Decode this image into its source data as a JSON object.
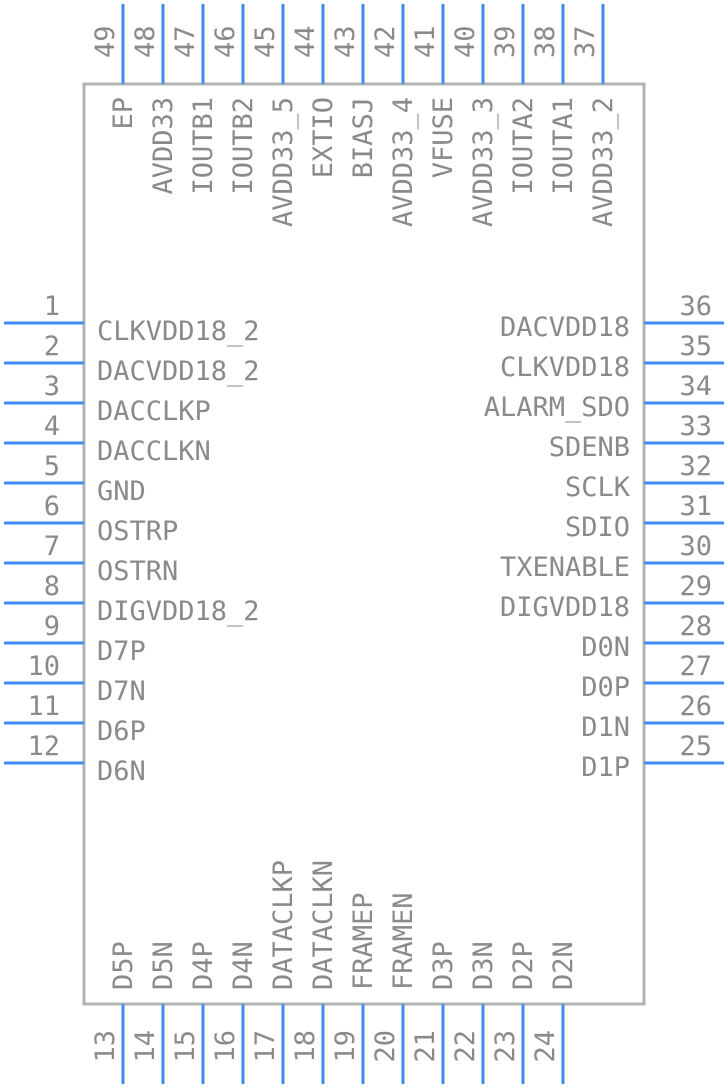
{
  "component": {
    "colors": {
      "pin": "#3c8cf0",
      "body_outline": "#b4b4b4",
      "text": "#8a8a8a"
    },
    "left_pins": [
      {
        "num": "1",
        "label": "CLKVDD18_2"
      },
      {
        "num": "2",
        "label": "DACVDD18_2"
      },
      {
        "num": "3",
        "label": "DACCLKP"
      },
      {
        "num": "4",
        "label": "DACCLKN"
      },
      {
        "num": "5",
        "label": "GND"
      },
      {
        "num": "6",
        "label": "OSTRP"
      },
      {
        "num": "7",
        "label": "OSTRN"
      },
      {
        "num": "8",
        "label": "DIGVDD18_2"
      },
      {
        "num": "9",
        "label": "D7P"
      },
      {
        "num": "10",
        "label": "D7N"
      },
      {
        "num": "11",
        "label": "D6P"
      },
      {
        "num": "12",
        "label": "D6N"
      }
    ],
    "right_pins": [
      {
        "num": "36",
        "label": "DACVDD18"
      },
      {
        "num": "35",
        "label": "CLKVDD18"
      },
      {
        "num": "34",
        "label": "ALARM_SDO"
      },
      {
        "num": "33",
        "label": "SDENB"
      },
      {
        "num": "32",
        "label": "SCLK"
      },
      {
        "num": "31",
        "label": "SDIO"
      },
      {
        "num": "30",
        "label": "TXENABLE"
      },
      {
        "num": "29",
        "label": "DIGVDD18"
      },
      {
        "num": "28",
        "label": "D0N"
      },
      {
        "num": "27",
        "label": "D0P"
      },
      {
        "num": "26",
        "label": "D1N"
      },
      {
        "num": "25",
        "label": "D1P"
      }
    ],
    "top_pins": [
      {
        "num": "49",
        "label": "EP"
      },
      {
        "num": "48",
        "label": "AVDD33"
      },
      {
        "num": "47",
        "label": "IOUTB1"
      },
      {
        "num": "46",
        "label": "IOUTB2"
      },
      {
        "num": "45",
        "label": "AVDD33_5"
      },
      {
        "num": "44",
        "label": "EXTIO"
      },
      {
        "num": "43",
        "label": "BIASJ"
      },
      {
        "num": "42",
        "label": "AVDD33_4"
      },
      {
        "num": "41",
        "label": "VFUSE"
      },
      {
        "num": "40",
        "label": "AVDD33_3"
      },
      {
        "num": "39",
        "label": "IOUTA2"
      },
      {
        "num": "38",
        "label": "IOUTA1"
      },
      {
        "num": "37",
        "label": "AVDD33_2"
      }
    ],
    "bottom_pins": [
      {
        "num": "13",
        "label": "D5P"
      },
      {
        "num": "14",
        "label": "D5N"
      },
      {
        "num": "15",
        "label": "D4P"
      },
      {
        "num": "16",
        "label": "D4N"
      },
      {
        "num": "17",
        "label": "DATACLKP"
      },
      {
        "num": "18",
        "label": "DATACLKN"
      },
      {
        "num": "19",
        "label": "FRAMEP"
      },
      {
        "num": "20",
        "label": "FRAMEN"
      },
      {
        "num": "21",
        "label": "D3P"
      },
      {
        "num": "22",
        "label": "D3N"
      },
      {
        "num": "23",
        "label": "D2P"
      },
      {
        "num": "24",
        "label": "D2N"
      }
    ]
  }
}
